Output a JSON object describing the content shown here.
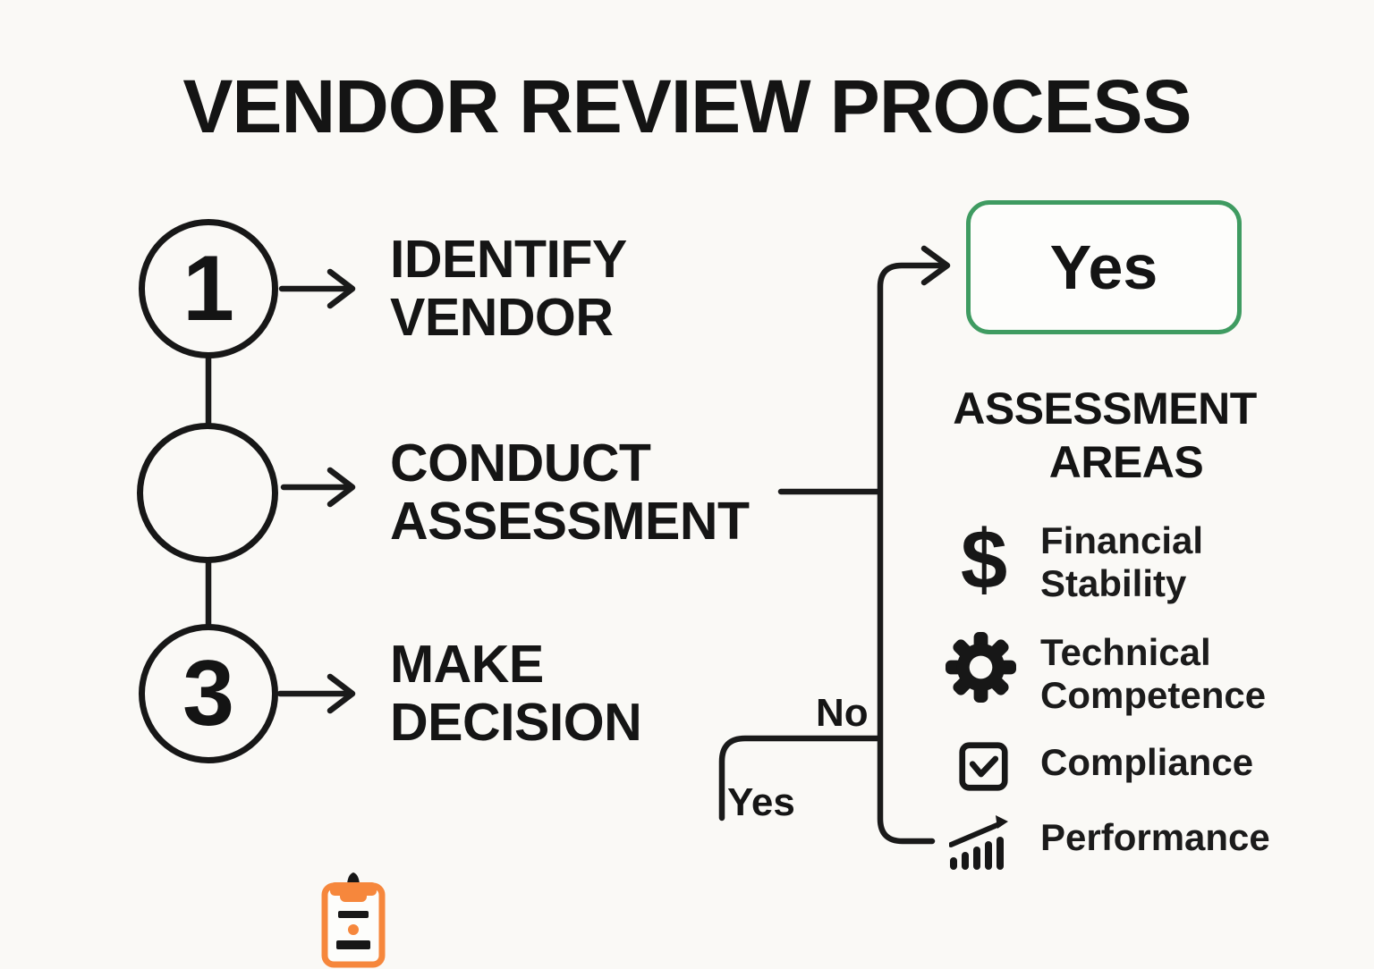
{
  "title": "VENDOR REVIEW PROCESS",
  "steps": [
    {
      "marker": "1",
      "line1": "IDENTIFY",
      "line2": "VENDOR"
    },
    {
      "marker_icon": "clipboard-icon",
      "line1": "CONDUCT",
      "line2": "ASSESSMENT"
    },
    {
      "marker": "3",
      "line1": "MAKE",
      "line2": "DECISION"
    }
  ],
  "decision": {
    "yes_box_label": "Yes",
    "no_branch_label": "No",
    "yes_branch_label": "Yes"
  },
  "assessment_areas": {
    "heading_line1": "ASSESSMENT",
    "heading_line2": "AREAS",
    "items": [
      {
        "icon": "dollar-sign-icon",
        "label": "Financial Stability"
      },
      {
        "icon": "gear-icon",
        "label": "Technical Competence"
      },
      {
        "icon": "checkbox-check-icon",
        "label": "Compliance"
      },
      {
        "icon": "bar-chart-trend-icon",
        "label": "Performance"
      }
    ]
  },
  "colors": {
    "background": "#faf9f6",
    "ink": "#171717",
    "accent_orange": "#f6873c",
    "yes_box_border_green": "#3f9b61"
  }
}
